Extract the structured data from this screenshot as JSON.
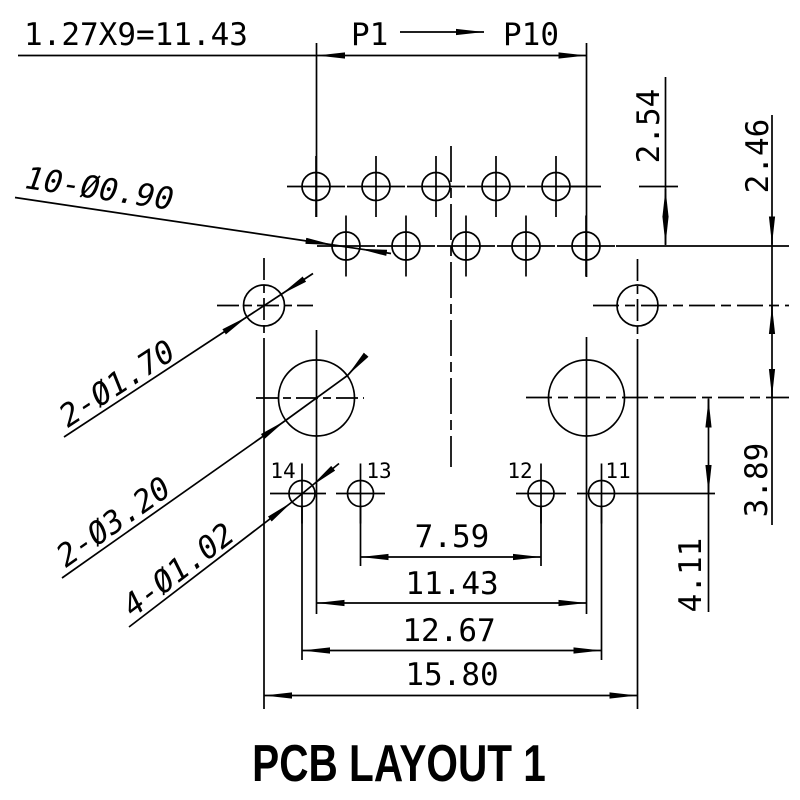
{
  "colors": {
    "ink": "#000000",
    "paper": "#ffffff"
  },
  "title": {
    "label": "PCB LAYOUT 1"
  },
  "header": {
    "pitch_formula": "1.27X9=11.43",
    "pin_first": "P1",
    "pin_last": "P10"
  },
  "vertical_dims": {
    "row_spacing": "2.54",
    "row_to_holes": "2.46",
    "holes_to_posts": "3.89",
    "posts_to_pads": "4.11"
  },
  "horizontal_dims": {
    "inner_pads": "7.59",
    "pin_span": "11.43",
    "outer_pads": "12.67",
    "mount_holes": "15.80"
  },
  "leaders": {
    "pin_holes": "10-Ø0.90",
    "small_holes": "2-Ø1.70",
    "posts": "2-Ø3.20",
    "pad_holes": "4-Ø1.02"
  },
  "pad_numbers": {
    "p14": "14",
    "p13": "13",
    "p12": "12",
    "p11": "11"
  }
}
